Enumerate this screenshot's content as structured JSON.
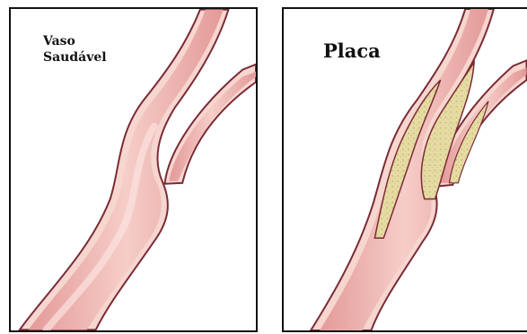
{
  "panels": [
    {
      "label_lines": [
        "Vaso",
        "Saudável"
      ]
    },
    {
      "label": "Placa"
    }
  ],
  "colors": {
    "vessel_outline": "#7a2a35",
    "vessel_wall": "#f6d6cf",
    "vessel_lumen": "#e8a3a0",
    "vessel_lumen_light": "#f4c7c2",
    "plaque_fill": "#e6dca6",
    "plaque_texture": "#c9b96a",
    "panel_border": "#111111"
  }
}
